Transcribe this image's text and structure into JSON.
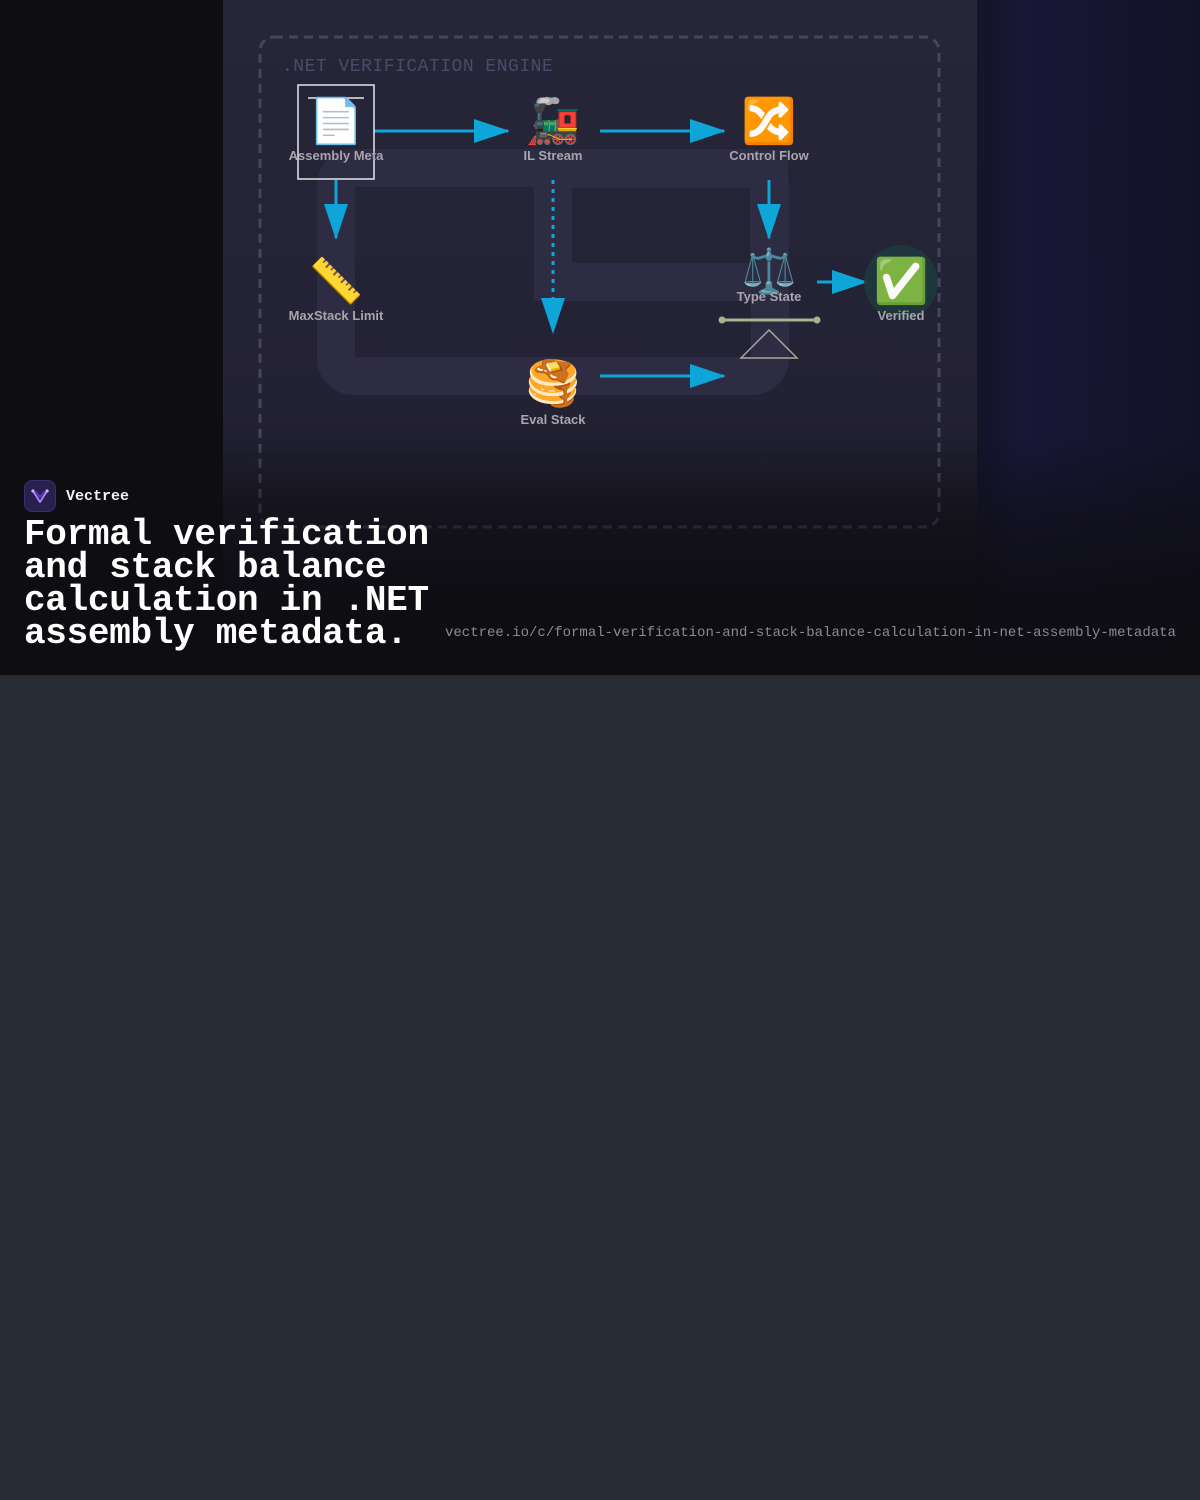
{
  "brand": {
    "name": "Vectree",
    "logo_icon": "vectree-logo-icon",
    "accent": "#8b5cf6"
  },
  "headline": "Formal verification and stack balance calculation in .NET assembly metadata.",
  "source_url": "vectree.io/c/formal-verification-and-stack-balance-calculation-in-net-assembly-metadata",
  "diagram": {
    "title": ".NET VERIFICATION ENGINE",
    "arrow_color": "#0ea5d8",
    "nodes": [
      {
        "id": "assembly-meta",
        "label": "Assembly Meta",
        "icon": "page-facing-up-icon",
        "glyph": "📄"
      },
      {
        "id": "il-stream",
        "label": "IL Stream",
        "icon": "locomotive-icon",
        "glyph": "🚂"
      },
      {
        "id": "control-flow",
        "label": "Control Flow",
        "icon": "shuffle-icon",
        "glyph": "🔀"
      },
      {
        "id": "maxstack-limit",
        "label": "MaxStack Limit",
        "icon": "ruler-icon",
        "glyph": "📏"
      },
      {
        "id": "type-state",
        "label": "Type State",
        "icon": "balance-scale-icon",
        "glyph": "⚖️"
      },
      {
        "id": "verified",
        "label": "Verified",
        "icon": "check-mark-icon",
        "glyph": "✅",
        "color": "#2fae8e"
      },
      {
        "id": "eval-stack",
        "label": "Eval Stack",
        "icon": "pancakes-icon",
        "glyph": "🥞"
      }
    ]
  }
}
